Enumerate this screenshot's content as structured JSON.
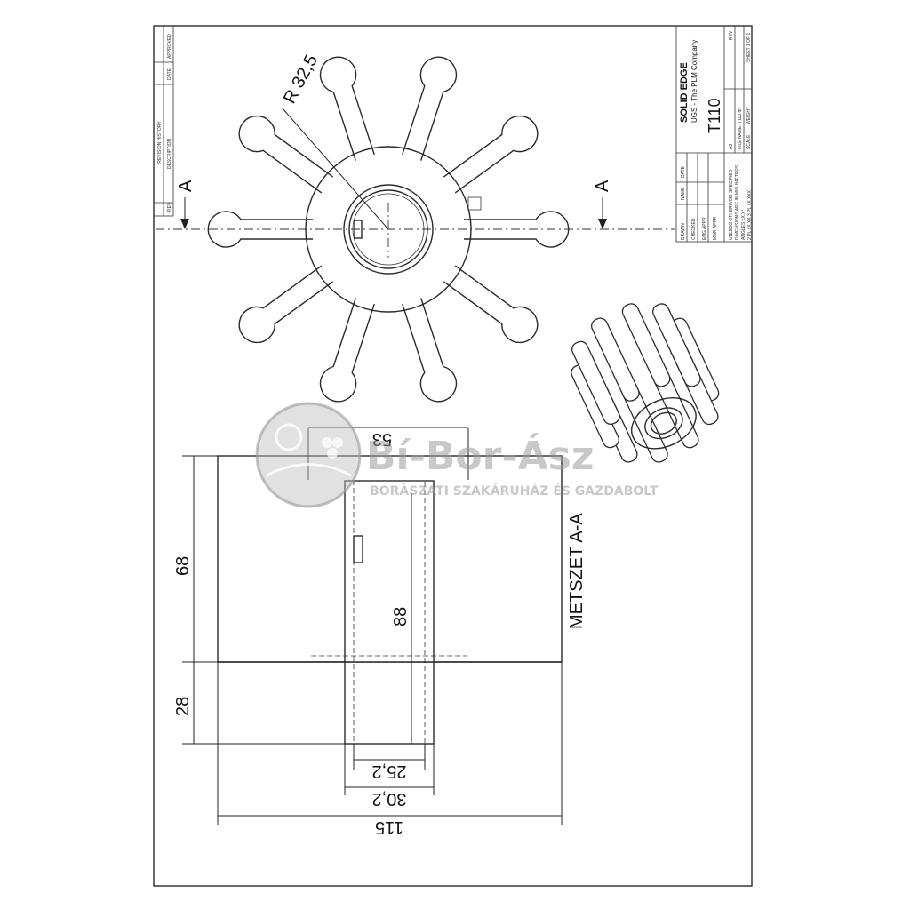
{
  "dimensions": {
    "radius": "R 32,5",
    "width_53": "53",
    "height_68": "68",
    "length_88": "88",
    "height_28": "28",
    "bore_25": "25,2",
    "hub_30": "30,2",
    "total_115": "115"
  },
  "section": {
    "label": "METSZET A-A",
    "marker_left": "A",
    "marker_right": "A"
  },
  "title_block": {
    "brand": "SOLID EDGE",
    "company": "UGS - The PLM Company",
    "part_no": "T110",
    "size": "A3",
    "rev": "REV",
    "sheet": "SHEET 1 OF 1",
    "scale": "SCALE",
    "weight": "WEIGHT",
    "file_name": "FILE NAME: T110.dft",
    "drawn": "DRAWN",
    "checked": "CHECKED",
    "eng_appr": "ENG APPR",
    "mgr_appr": "MGR APPR",
    "name_hdr": "NAME",
    "date_hdr": "DATE",
    "note1": "UNLESS OTHERWISE SPECIFIED",
    "note2": "DIMENSIONS ARE IN MILLIMETERS",
    "note3": "ANGLES ±X.X°",
    "note4": "2 PL ±X.XX  3 PL ±X.XXX"
  },
  "revision_block": {
    "title": "REVISION HISTORY",
    "rev": "REV",
    "description": "DESCRIPTION",
    "date": "DATE",
    "approved": "APPROVED"
  },
  "watermark": {
    "name": "Bí-Bor-Ász",
    "tagline": "BORÁSZATI SZAKÁRUHÁZ ÉS GAZDABOLT"
  }
}
